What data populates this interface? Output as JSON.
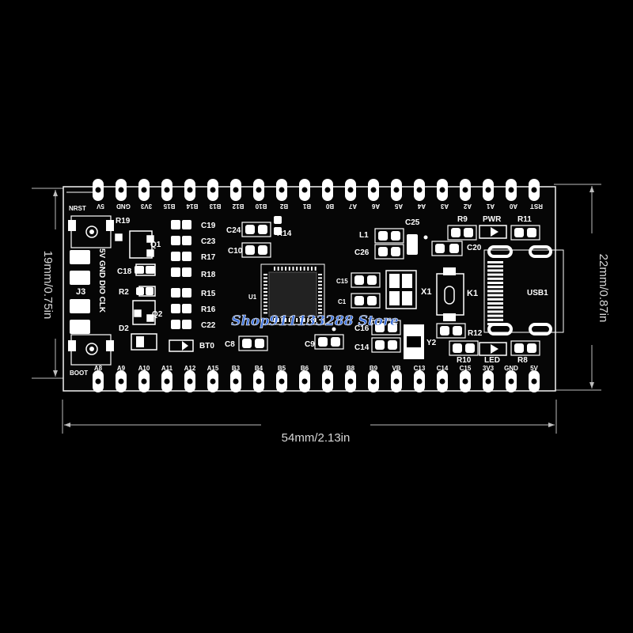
{
  "colors": {
    "background": "#000000",
    "silkscreen": "#ffffff",
    "board": "#050505",
    "watermark": "#3b6fd8"
  },
  "dimensions": {
    "width": "54mm/2.13in",
    "left_height": "19mm/0.75in",
    "right_height": "22mm/0.87in"
  },
  "top_pins": [
    "NRST",
    "5V",
    "GND",
    "3V3",
    "B15",
    "B14",
    "B13",
    "B12",
    "B10",
    "B2",
    "B1",
    "B0",
    "A7",
    "A6",
    "A5",
    "A4",
    "A3",
    "A2",
    "A1",
    "A0",
    "RST"
  ],
  "bottom_pins": [
    "BOOT",
    "A8",
    "A9",
    "A10",
    "A11",
    "A12",
    "A15",
    "B3",
    "B4",
    "B5",
    "B6",
    "B7",
    "B8",
    "B9",
    "VB",
    "C13",
    "C14",
    "C15",
    "3V3",
    "GND",
    "5V"
  ],
  "component_labels": {
    "r19": "R19",
    "q1": "Q1",
    "c19": "C19",
    "c23": "C23",
    "r17": "R17",
    "r18": "R18",
    "c18": "C18",
    "r2": "R2",
    "r15": "R15",
    "r16": "R16",
    "q2": "Q2",
    "c22": "C22",
    "d2": "D2",
    "bt0": "BT0",
    "j3": "J3",
    "header": "5V GND DIO CLK",
    "c24": "C24",
    "r14": "R14",
    "c10": "C10",
    "u1": "U1",
    "c8": "C8",
    "c9": "C9",
    "l1": "L1",
    "c25": "C25",
    "c26": "C26",
    "c15": "C15",
    "c1": "C1",
    "c16": "C16",
    "c14": "C14",
    "x1": "X1",
    "y2": "Y2",
    "k1": "K1",
    "r12": "R12",
    "r9": "R9",
    "pwr": "PWR",
    "r11": "R11",
    "c20": "C20",
    "usb1": "USB1",
    "r10": "R10",
    "led": "LED",
    "r8": "R8"
  },
  "watermark": "Shop911133288 Store"
}
